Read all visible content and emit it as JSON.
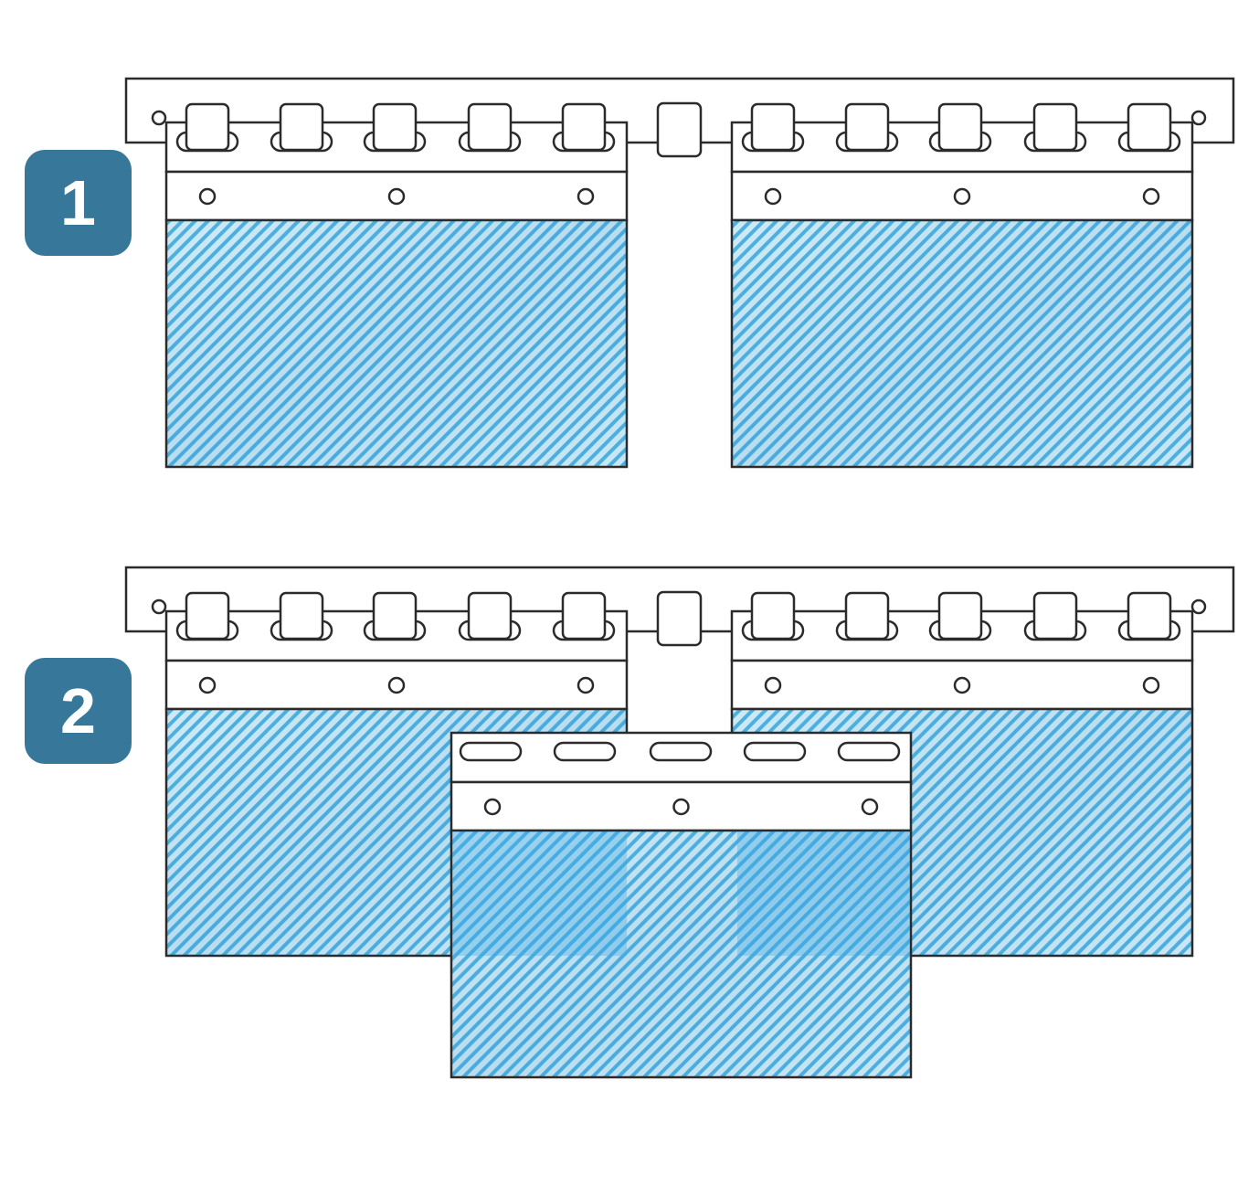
{
  "steps": [
    {
      "number": "1",
      "overlap": false
    },
    {
      "number": "2",
      "overlap": true
    }
  ],
  "colors": {
    "badge": "#37789a",
    "outline": "#2b2b2b",
    "strip_stripe_light": "#d6eff9",
    "strip_stripe_blue": "#4fb3e0",
    "strip_stripe_dark": "#2f87c8",
    "overlap_tint": "#3fa9e6"
  },
  "icons": {
    "rail": "mounting-rail",
    "clip": "hanger-clip",
    "strip": "pvc-strip"
  }
}
